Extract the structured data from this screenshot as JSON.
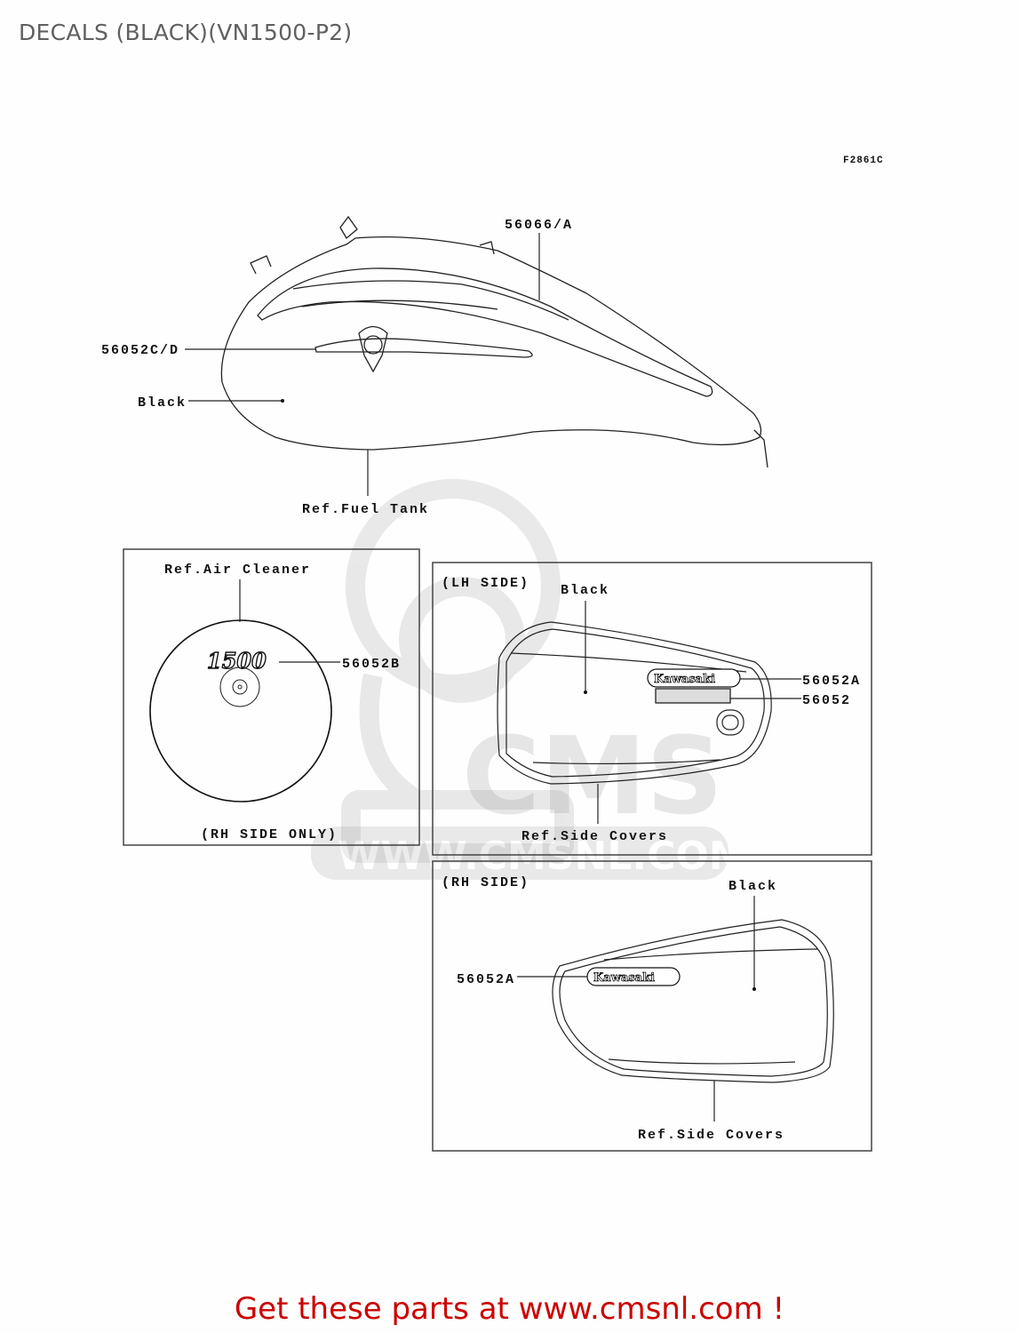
{
  "header": {
    "title": "DECALS (BLACK)(VN1500-P2)"
  },
  "diagram": {
    "figure_code": "F2861C",
    "watermark": {
      "logo": "CMS",
      "url": "WWW.CMSNL.COM"
    },
    "fuel_tank": {
      "callouts": [
        {
          "part": "56066/A"
        },
        {
          "part": "56052C/D"
        },
        {
          "part": "Black"
        },
        {
          "part": "Ref.Fuel Tank"
        }
      ]
    },
    "air_cleaner_panel": {
      "ref_label": "Ref.Air Cleaner",
      "decal_text": "1500",
      "part": "56052B",
      "note": "(RH SIDE ONLY)"
    },
    "lh_side_panel": {
      "heading": "(LH SIDE)",
      "color_label": "Black",
      "decal_kawasaki": "Kawasaki",
      "parts": [
        "56052A",
        "56052"
      ],
      "ref_label": "Ref.Side Covers"
    },
    "rh_side_panel": {
      "heading": "(RH SIDE)",
      "color_label": "Black",
      "decal_kawasaki": "Kawasaki",
      "part": "56052A",
      "ref_label": "Ref.Side Covers"
    }
  },
  "footer": {
    "cta": "Get these parts at www.cmsnl.com !"
  }
}
